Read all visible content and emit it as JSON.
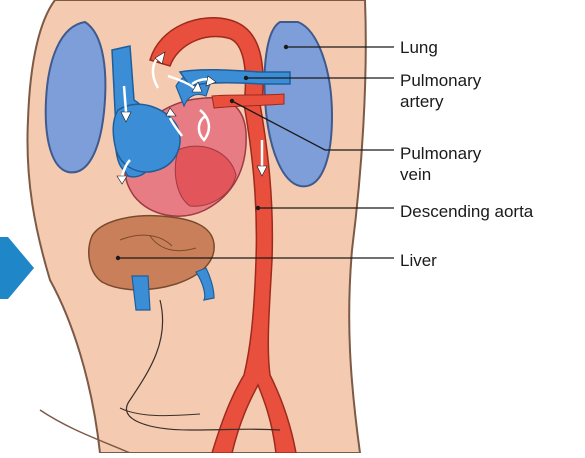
{
  "labels": {
    "lung": "Lung",
    "pulmonary_artery": [
      "Pulmonary",
      "artery"
    ],
    "pulmonary_vein": [
      "Pulmonary",
      "vein"
    ],
    "descending_aorta": "Descending aorta",
    "liver": "Liver"
  },
  "colors": {
    "skin": "#f4cbb1",
    "skin_edge": "#7c5a46",
    "vein_blue": "#3b8ed6",
    "lung_blue": "#7d9ed8",
    "artery_red": "#e84f3c",
    "heart_pink": "#e87c84",
    "liver_brown": "#c9805a",
    "pointer": "#e05a1c"
  }
}
